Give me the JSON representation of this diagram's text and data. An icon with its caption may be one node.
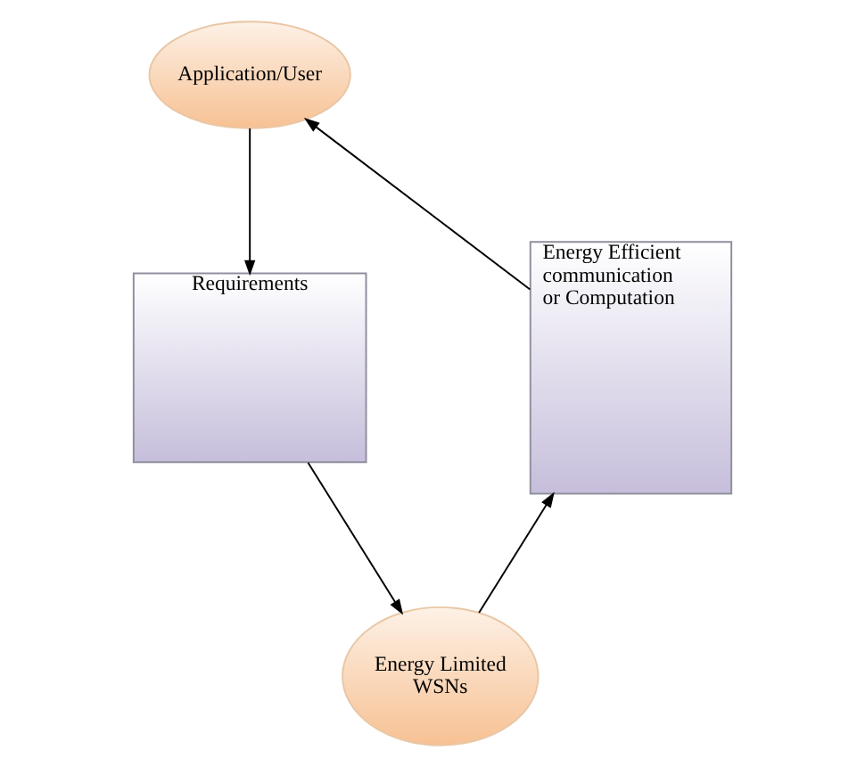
{
  "diagram": {
    "nodes": [
      {
        "text": [
          "Application/User"
        ]
      },
      {
        "text": [
          "Requirements"
        ]
      },
      {
        "text": [
          "Energy Limited WSNs"
        ]
      },
      {
        "text": [
          "Energy Efficient communication or Computation"
        ]
      }
    ],
    "edges": [
      {
        "from": 0,
        "to": 1,
        "arrow": "to"
      },
      {
        "from": 1,
        "to": 2,
        "arrow": "to"
      },
      {
        "from": 2,
        "to": 3,
        "arrow": "to"
      },
      {
        "from": 3,
        "to": 0,
        "arrow": "to"
      }
    ]
  }
}
